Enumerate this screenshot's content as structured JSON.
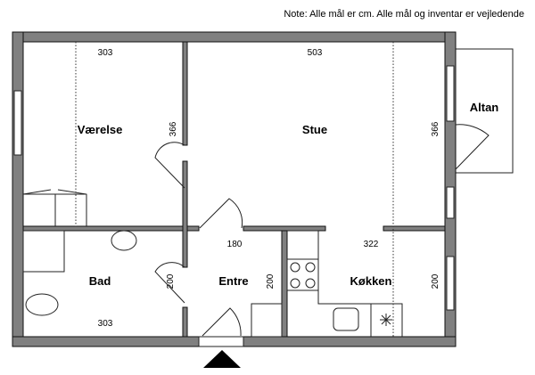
{
  "note": "Note: Alle mål er cm. Alle mål og inventar er vejledende",
  "rooms": {
    "vaerelse": {
      "label": "Værelse",
      "width": "303",
      "depth": "366"
    },
    "stue": {
      "label": "Stue",
      "width": "503",
      "depth": "366"
    },
    "altan": {
      "label": "Altan"
    },
    "bad": {
      "label": "Bad",
      "width": "303",
      "depth": "200"
    },
    "entre": {
      "label": "Entre",
      "width": "180",
      "depth": "200"
    },
    "koekken": {
      "label": "Køkken",
      "width": "322",
      "depth": "200"
    }
  }
}
